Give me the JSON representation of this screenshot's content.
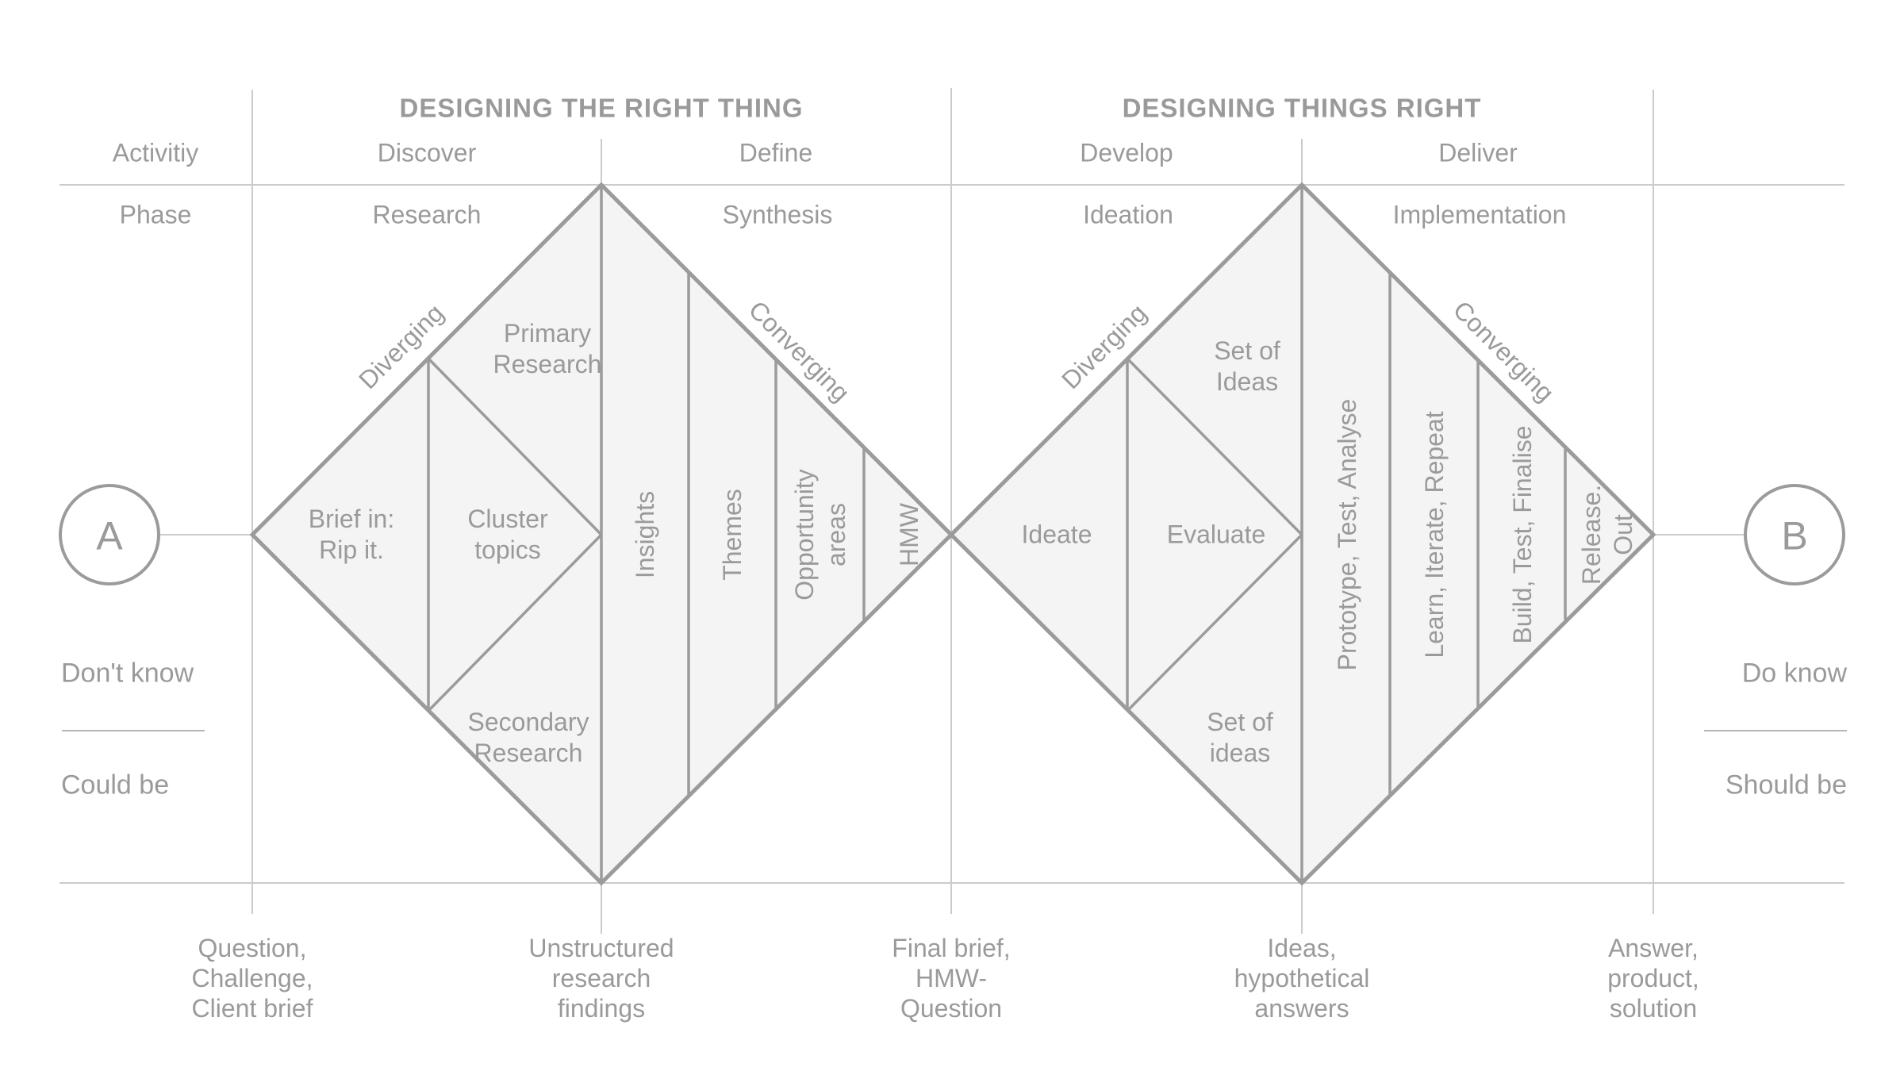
{
  "colors": {
    "text": "#9a9a9a",
    "line_strong": "#9b9b9b",
    "line_light": "#cbcbcb",
    "diamond_fill": "#f4f4f4"
  },
  "header": {
    "left": "DESIGNING THE RIGHT THING",
    "right": "DESIGNING THINGS RIGHT"
  },
  "rows": {
    "activity": {
      "label": "Activitiy",
      "cols": [
        "Discover",
        "Define",
        "Develop",
        "Deliver"
      ]
    },
    "phase": {
      "label": "Phase",
      "cols": [
        "Research",
        "Synthesis",
        "Ideation",
        "Implementation"
      ]
    }
  },
  "endpoints": {
    "start": "A",
    "end": "B"
  },
  "side": {
    "left_top": "Don't know",
    "left_bottom": "Could be",
    "right_top": "Do know",
    "right_bottom": "Should be"
  },
  "d1": {
    "diverging": "Diverging",
    "converging": "Converging",
    "brief": "Brief in:\nRip it.",
    "cluster": "Cluster\ntopics",
    "primary": "Primary\nResearch",
    "secondary": "Secondary\nResearch",
    "cols": [
      "Insights",
      "Themes",
      "Opportunity\nareas",
      "HMW"
    ]
  },
  "d2": {
    "diverging": "Diverging",
    "converging": "Converging",
    "ideate": "Ideate",
    "evaluate": "Evaluate",
    "set_top": "Set of\nIdeas",
    "set_bottom": "Set of\nideas",
    "cols": [
      "Prototype, Test, Analyse",
      "Learn, Iterate, Repeat",
      "Build, Test, Finalise",
      "Release.\nOut"
    ]
  },
  "bottom": [
    "Question,\nChallenge,\nClient brief",
    "Unstructured\nresearch\nfindings",
    "Final brief,\nHMW-\nQuestion",
    "Ideas,\nhypothetical\nanswers",
    "Answer,\nproduct,\nsolution"
  ]
}
